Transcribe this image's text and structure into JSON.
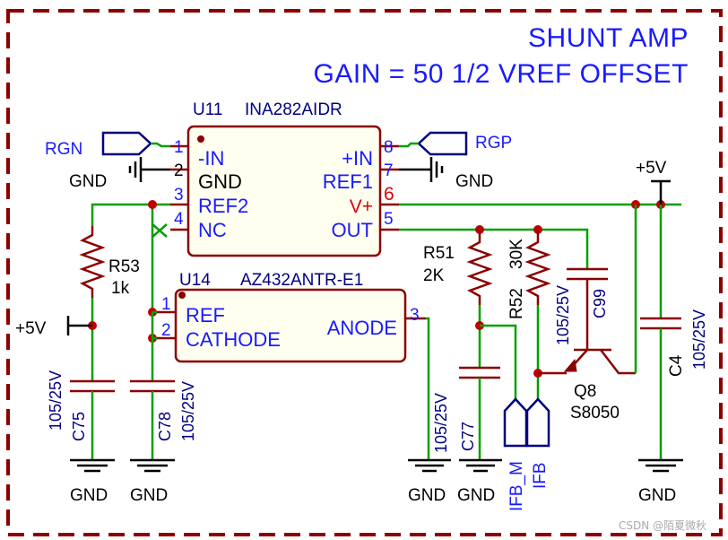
{
  "title": {
    "line1": "SHUNT AMP",
    "line2": "GAIN = 50 1/2 VREF OFFSET"
  },
  "u11": {
    "ref": "U11",
    "part": "INA282AIDR",
    "pins": [
      {
        "num": "1",
        "name": "-IN"
      },
      {
        "num": "2",
        "name": "GND"
      },
      {
        "num": "3",
        "name": "REF2"
      },
      {
        "num": "4",
        "name": "NC"
      },
      {
        "num": "8",
        "name": "+IN"
      },
      {
        "num": "7",
        "name": "REF1"
      },
      {
        "num": "6",
        "name": "V+"
      },
      {
        "num": "5",
        "name": "OUT"
      }
    ]
  },
  "u14": {
    "ref": "U14",
    "part": "AZ432ANTR-E1",
    "pins": [
      {
        "num": "1",
        "name": "REF"
      },
      {
        "num": "2",
        "name": "CATHODE"
      },
      {
        "num": "3",
        "name": "ANODE"
      }
    ]
  },
  "ports": {
    "rgn": "RGN",
    "rgp": "RGP",
    "ifb_m": "IFB_M",
    "ifb": "IFB"
  },
  "power": {
    "gnd": "GND",
    "plus5v": "+5V"
  },
  "components": {
    "r53": {
      "ref": "R53",
      "value": "1k"
    },
    "r51": {
      "ref": "R51",
      "value": "2K"
    },
    "r52": {
      "ref": "R52",
      "value": "30K"
    },
    "c75": {
      "ref": "C75",
      "value": "105/25V"
    },
    "c78": {
      "ref": "C78",
      "value": "105/25V"
    },
    "c77": {
      "ref": "C77",
      "value": "105/25V"
    },
    "c99": {
      "ref": "C99",
      "value": "105/25V"
    },
    "c4": {
      "ref": "C4",
      "value": "105/25V"
    },
    "q8": {
      "ref": "Q8",
      "value": "S8050"
    }
  },
  "watermark": "CSDN @陌夏微秋",
  "colors": {
    "border": "#8b0000",
    "wire": "#00a000",
    "text_blue": "#1a1aff",
    "pin_red": "#e00000",
    "junction": "#c00000"
  }
}
